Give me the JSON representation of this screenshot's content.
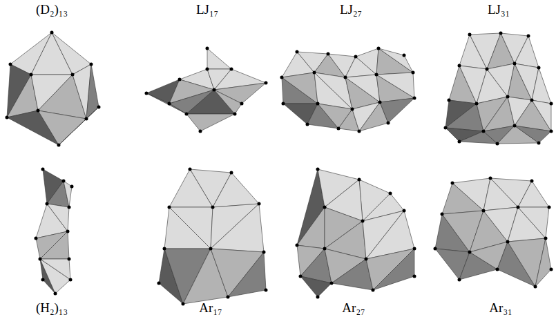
{
  "diagram": {
    "labels": [
      "(D₂)₁₃",
      "LJ₁₇",
      "LJ₂₇",
      "LJ₃₁",
      "(H₂)₁₃",
      "Ar₁₇",
      "Ar₂₇",
      "Ar₃₁"
    ]
  }
}
